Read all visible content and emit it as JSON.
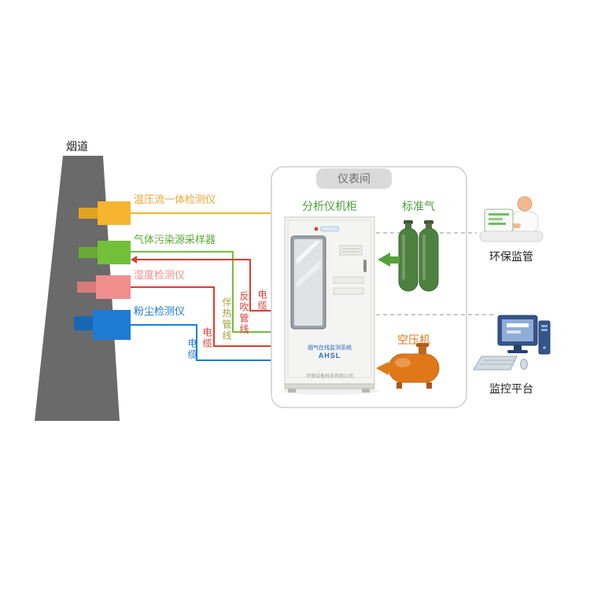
{
  "diagram": {
    "flue": {
      "label": "烟道"
    },
    "sensors": [
      {
        "label": "温压流一体检测仪",
        "color": "#f5b52e"
      },
      {
        "label": "气体污染源采样器",
        "color": "#72bf3a"
      },
      {
        "label": "湿度检测仪",
        "color": "#f08d8d"
      },
      {
        "label": "粉尘检测仪",
        "color": "#1f7ad4"
      }
    ],
    "line_labels": [
      {
        "label": "电缆",
        "color": "#e03c31"
      },
      {
        "label": "反吹管线",
        "color": "#e03c31"
      },
      {
        "label": "伴热管线",
        "color": "#a8a23b"
      },
      {
        "label": "电缆",
        "color": "#e03c31"
      },
      {
        "label": "电缆",
        "color": "#1f7ad4"
      }
    ],
    "room": {
      "title": "仪表间",
      "cabinet": {
        "label": "分析仪机柜",
        "screen_line1": "烟气在线监测系统",
        "model": "AHSL",
        "footer": "环保设备科技有限公司"
      },
      "standard_gas": {
        "label": "标准气"
      },
      "compressor": {
        "label": "空压机"
      }
    },
    "remote": [
      {
        "label": "环保监管"
      },
      {
        "label": "监控平台"
      }
    ]
  }
}
